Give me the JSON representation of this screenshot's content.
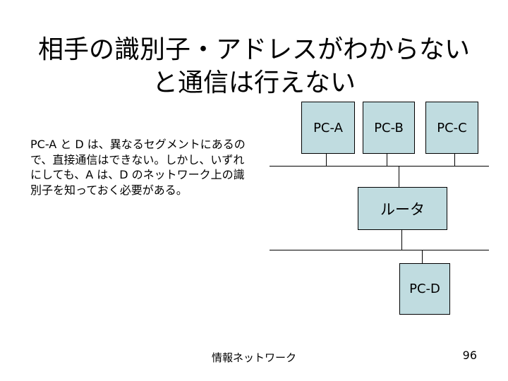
{
  "title": {
    "line1": "相手の識別子・アドレスがわからない",
    "line2": "と通信は行えない"
  },
  "body": {
    "lines": [
      "PC-A と D は、異なるセグメントにあるの",
      "で、直接通信はできない。しかし、いずれ",
      "にしても、A は、D のネットワーク上の識",
      "別子を知っておく必要がある。"
    ]
  },
  "diagram": {
    "nodes": [
      {
        "id": "pc-a",
        "label": "PC-A"
      },
      {
        "id": "pc-b",
        "label": "PC-B"
      },
      {
        "id": "pc-c",
        "label": "PC-C"
      },
      {
        "id": "router",
        "label": "ルータ"
      },
      {
        "id": "pc-d",
        "label": "PC-D"
      }
    ],
    "colors": {
      "node_fill": "#c0dce0",
      "node_border": "#000000",
      "line": "#000000",
      "background": "#ffffff",
      "text": "#000000"
    }
  },
  "footer": {
    "label": "情報ネットワーク",
    "page_number": "96"
  }
}
